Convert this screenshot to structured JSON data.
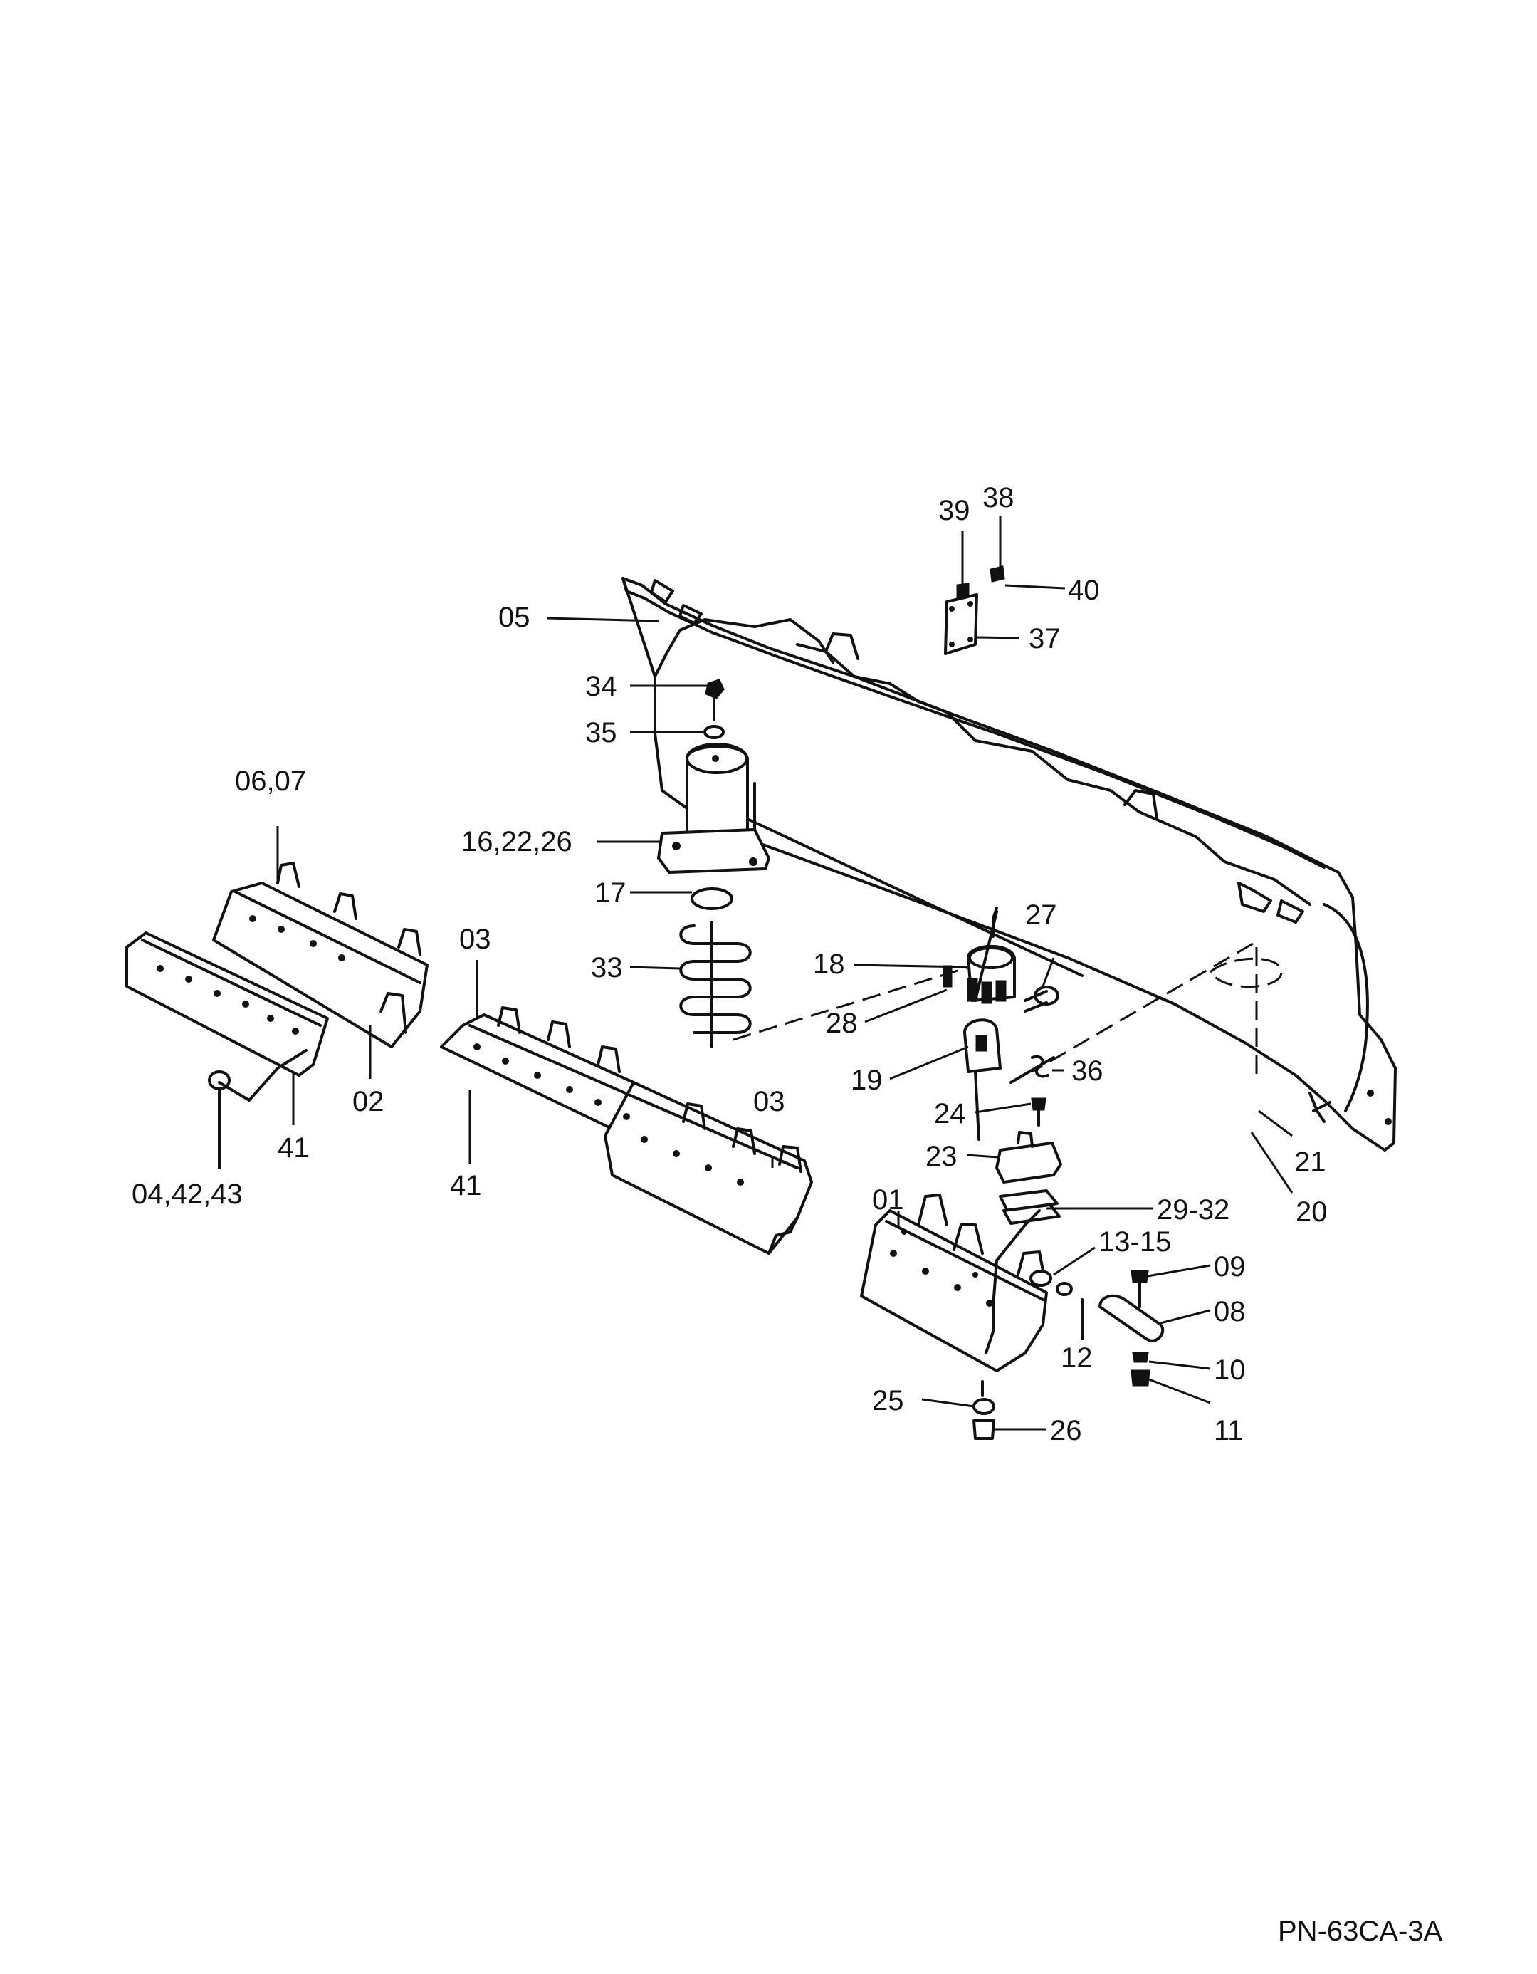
{
  "callouts": {
    "c39": "39",
    "c38": "38",
    "c40": "40",
    "c37": "37",
    "c05": "05",
    "c34": "34",
    "c35": "35",
    "c0607": "06,07",
    "c162226": "16,22,26",
    "c17": "17",
    "c03a": "03",
    "c33": "33",
    "c27": "27",
    "c18": "18",
    "c28": "28",
    "c36": "36",
    "c19": "19",
    "c02": "02",
    "c41a": "41",
    "c044243": "04,42,43",
    "c41b": "41",
    "c03b": "03",
    "c24": "24",
    "c21": "21",
    "c23": "23",
    "c20": "20",
    "c2932": "29-32",
    "c01": "01",
    "c1315": "13-15",
    "c09": "09",
    "c08": "08",
    "c12": "12",
    "c10": "10",
    "c25": "25",
    "c26": "26",
    "c11": "11"
  },
  "document_code": "PN-63CA-3A"
}
